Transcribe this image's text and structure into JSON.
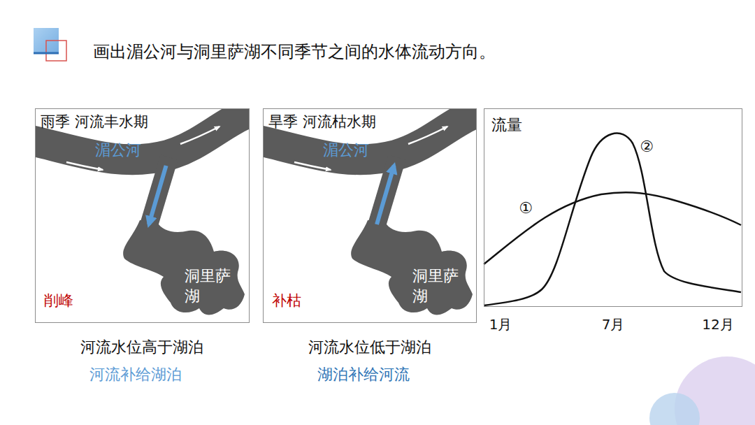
{
  "diagram": {
    "title": "画出湄公河与洞里萨湖不同季节之间的水体流动方向。",
    "nodes": [
      {
        "text": [
          "雨季 河流丰水期",
          "削峰"
        ]
      },
      {
        "text": [
          "湄公河"
        ],
        "in": 0
      },
      {
        "text": [
          "洞里萨 湖"
        ],
        "in": 0
      },
      {
        "text": [
          "旱季 河流枯水期",
          "补枯"
        ]
      },
      {
        "text": [
          "湄公河"
        ],
        "in": 3
      },
      {
        "text": [
          "洞里萨 湖"
        ],
        "in": 3
      },
      {
        "text": [
          "流量"
        ]
      }
    ],
    "edges": [
      {
        "from": 1,
        "to": 2,
        "arrow": "to"
      },
      {
        "from": 5,
        "to": 4,
        "arrow": "to"
      }
    ],
    "labels": [
      "河流水位高于湖泊",
      "河流补给湖泊",
      "河流水位低于湖泊",
      "湖泊补给河流",
      "①",
      "②",
      "1月",
      "7月",
      "12月"
    ]
  }
}
